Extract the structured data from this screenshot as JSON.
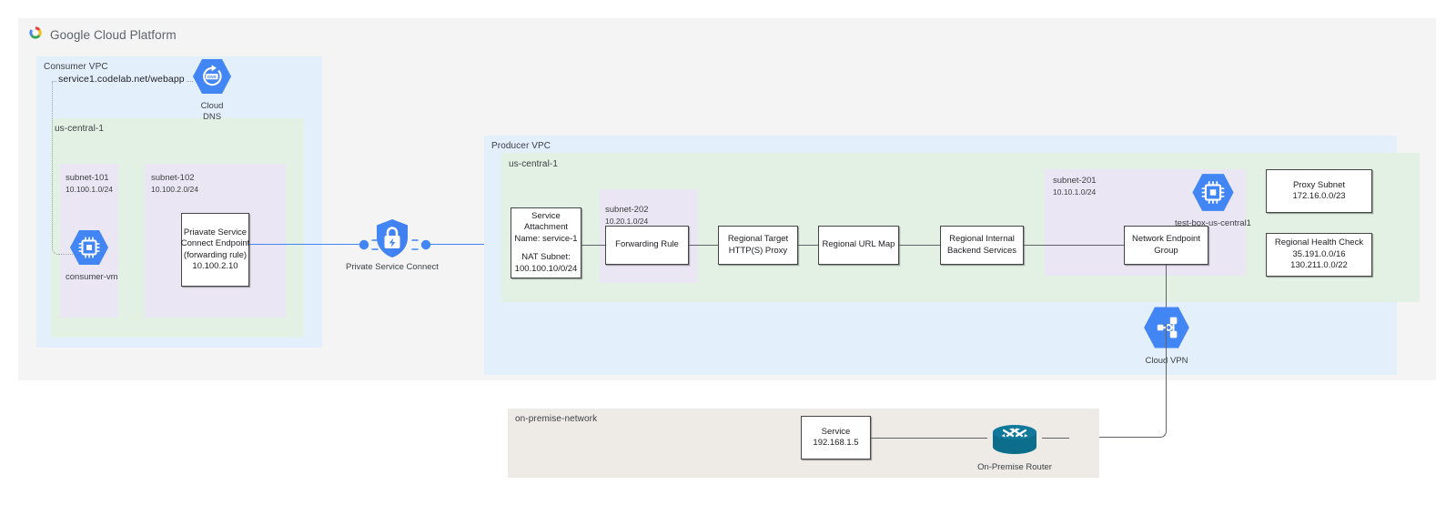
{
  "header": {
    "logo_icon": "google-cloud-logo-icon",
    "wordmark": "Google Cloud Platform"
  },
  "consumer": {
    "vpc_label": "Consumer VPC",
    "region_label": "us-central-1",
    "dns_hostname": "service1.codelab.net/webapp",
    "cloud_dns": {
      "icon": "cloud-dns-icon",
      "label_line1": "Cloud",
      "label_line2": "DNS"
    },
    "subnets": [
      {
        "name": "subnet-101",
        "cidr": "10.100.1.0/24"
      },
      {
        "name": "subnet-102",
        "cidr": "10.100.2.0/24"
      }
    ],
    "vm": {
      "icon": "compute-engine-vm-icon",
      "label": "consumer-vm"
    },
    "psc_endpoint": {
      "line1": "Priavate Service",
      "line2": "Connect Endpoint",
      "line3": "(forwarding rule)",
      "line4": "10.100.2.10"
    }
  },
  "private_service_connect": {
    "icon": "private-service-connect-shield-icon",
    "label": "Private Service Connect"
  },
  "producer": {
    "vpc_label": "Producer VPC",
    "region_label": "us-central-1",
    "service_attachment": {
      "line1": "Service",
      "line2": "Attachment",
      "line3": "Name: service-1",
      "line4": "NAT Subnet:",
      "line5": "100.100.10/0/24"
    },
    "subnet_202": {
      "name": "subnet-202",
      "cidr": "10.20.1.0/24"
    },
    "forwarding_rule": {
      "line1": "Forwarding Rule"
    },
    "target_proxy": {
      "line1": "Regional Target",
      "line2": "HTTP(S) Proxy"
    },
    "url_map": {
      "line1": "Regional URL Map"
    },
    "backend_services": {
      "line1": "Regional Internal",
      "line2": "Backend Services"
    },
    "subnet_201": {
      "name": "subnet-201",
      "cidr": "10.10.1.0/24"
    },
    "test_box": {
      "icon": "compute-engine-vm-icon",
      "label": "test-box-us-central1"
    },
    "network_endpoint_group": {
      "line1": "Network Endpoint",
      "line2": "Group"
    },
    "proxy_subnet": {
      "line1": "Proxy Subnet",
      "line2": "172.16.0.0/23"
    },
    "health_check": {
      "line1": "Regional Health Check",
      "line2": "35.191.0.0/16",
      "line3": "130.211.0.0/22"
    }
  },
  "cloud_vpn": {
    "icon": "cloud-vpn-icon",
    "label": "Cloud VPN"
  },
  "onprem": {
    "network_label": "on-premise-network",
    "service": {
      "line1": "Service",
      "line2": "192.168.1.5"
    },
    "router": {
      "icon": "router-icon",
      "label": "On-Premise Router"
    }
  },
  "colors": {
    "vpc_blue": "#e3f0fc",
    "region_green": "#e3f1e5",
    "subnet_purple": "#eae6f3",
    "outer_gray": "#f4f4f4",
    "onprem_beige": "#eeeae6",
    "gcp_blue": "#4285f4",
    "line_gray": "#5f6368",
    "router_teal": "#0d6e8c"
  }
}
